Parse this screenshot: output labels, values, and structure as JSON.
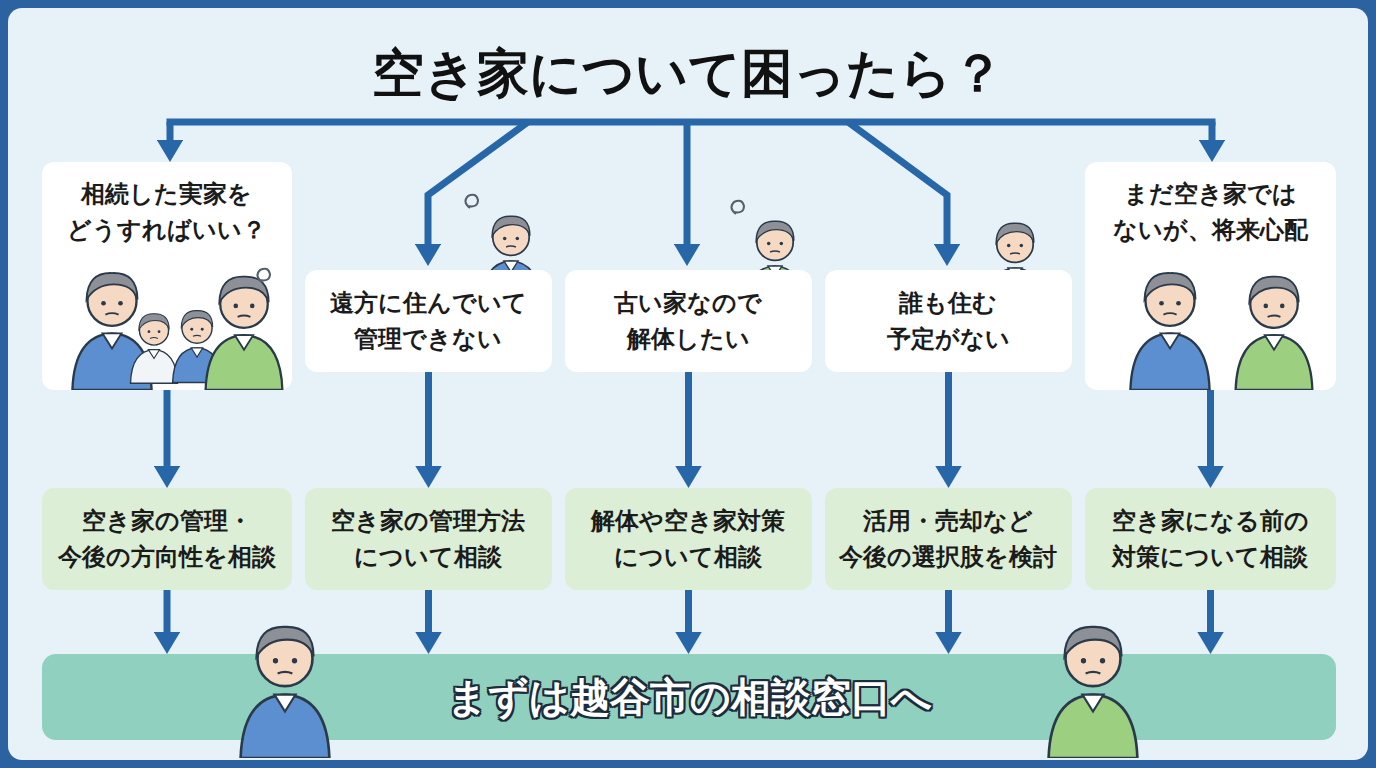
{
  "diagram": {
    "title": "空き家について困ったら？",
    "nodes": [
      {
        "text": [
          "相続した実家を どうすればいい？"
        ]
      },
      {
        "text": [
          "遠方に住んでいて 管理できない"
        ]
      },
      {
        "text": [
          "古い家なので 解体したい"
        ]
      },
      {
        "text": [
          "誰も住む 予定がない"
        ]
      },
      {
        "text": [
          "まだ空き家では ないが、将来心配"
        ]
      },
      {
        "text": [
          "空き家の管理・ 今後の方向性を相談"
        ]
      },
      {
        "text": [
          "空き家の管理方法 について相談"
        ]
      },
      {
        "text": [
          "解体や空き家対策 について相談"
        ]
      },
      {
        "text": [
          "活用・売却など 今後の選択肢を検討"
        ]
      },
      {
        "text": [
          "空き家になる前の 対策について相談"
        ]
      },
      {
        "text": [
          "まずは越谷市の相談窓口へ"
        ]
      }
    ],
    "edges": [
      {
        "from": 0,
        "to": 5,
        "arrow": "to"
      },
      {
        "from": 1,
        "to": 6,
        "arrow": "to"
      },
      {
        "from": 2,
        "to": 7,
        "arrow": "to"
      },
      {
        "from": 3,
        "to": 8,
        "arrow": "to"
      },
      {
        "from": 4,
        "to": 9,
        "arrow": "to"
      },
      {
        "from": 5,
        "to": 10,
        "arrow": "to"
      },
      {
        "from": 6,
        "to": 10,
        "arrow": "to"
      },
      {
        "from": 7,
        "to": 10,
        "arrow": "to"
      },
      {
        "from": 8,
        "to": 10,
        "arrow": "to"
      },
      {
        "from": 9,
        "to": 10,
        "arrow": "to"
      }
    ]
  }
}
